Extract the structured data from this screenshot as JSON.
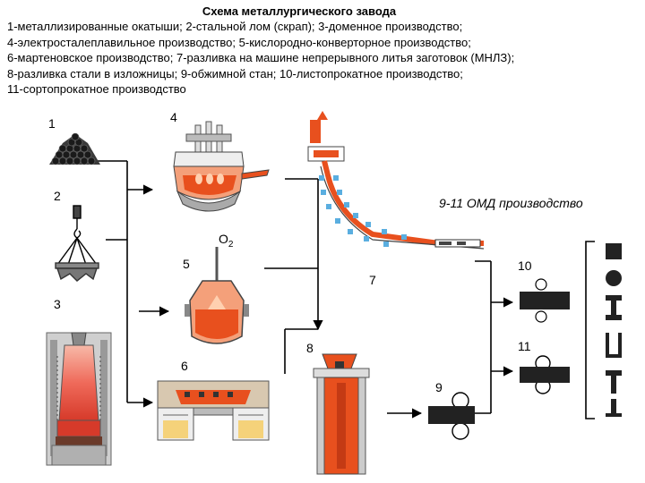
{
  "title": "Схема металлургического завода",
  "description_lines": [
    "1-металлизированные окатыши; 2-стальной лом (скрап); 3-доменное производство;",
    "4-электросталеплавильное производство; 5-кислородно-конверторное производство;",
    "6-мартеновское производство; 7-разливка на машине непрерывного литья заготовок (МНЛЗ);",
    "8-разливка стали в  изложницы; 9-обжимной стан; 10-листопрокатное производство;",
    "11-сортопрокатное производство"
  ],
  "labels": {
    "n1": "1",
    "n2": "2",
    "n3": "3",
    "n4": "4",
    "n5": "5",
    "n6": "6",
    "n7": "7",
    "n8": "8",
    "n9": "9",
    "n10": "10",
    "n11": "11",
    "o2": "O",
    "o2_sub": "2",
    "omd": "9-11 ОМД производство"
  },
  "colors": {
    "molten": "#e8501e",
    "molten_light": "#f4a07a",
    "steel_gray": "#9a9a9a",
    "dark": "#222222",
    "cooling_blue": "#5aaee0",
    "slag_yellow": "#f5d27a",
    "brick": "#c8b090"
  },
  "icons": [
    "pellets-icon",
    "crane-hook-icon",
    "blast-furnace-icon",
    "electric-arc-furnace-icon",
    "converter-icon",
    "open-hearth-furnace-icon",
    "continuous-caster-icon",
    "ingot-mold-icon",
    "blooming-mill-icon",
    "plate-mill-icon",
    "section-mill-icon",
    "product-profiles-icon"
  ]
}
